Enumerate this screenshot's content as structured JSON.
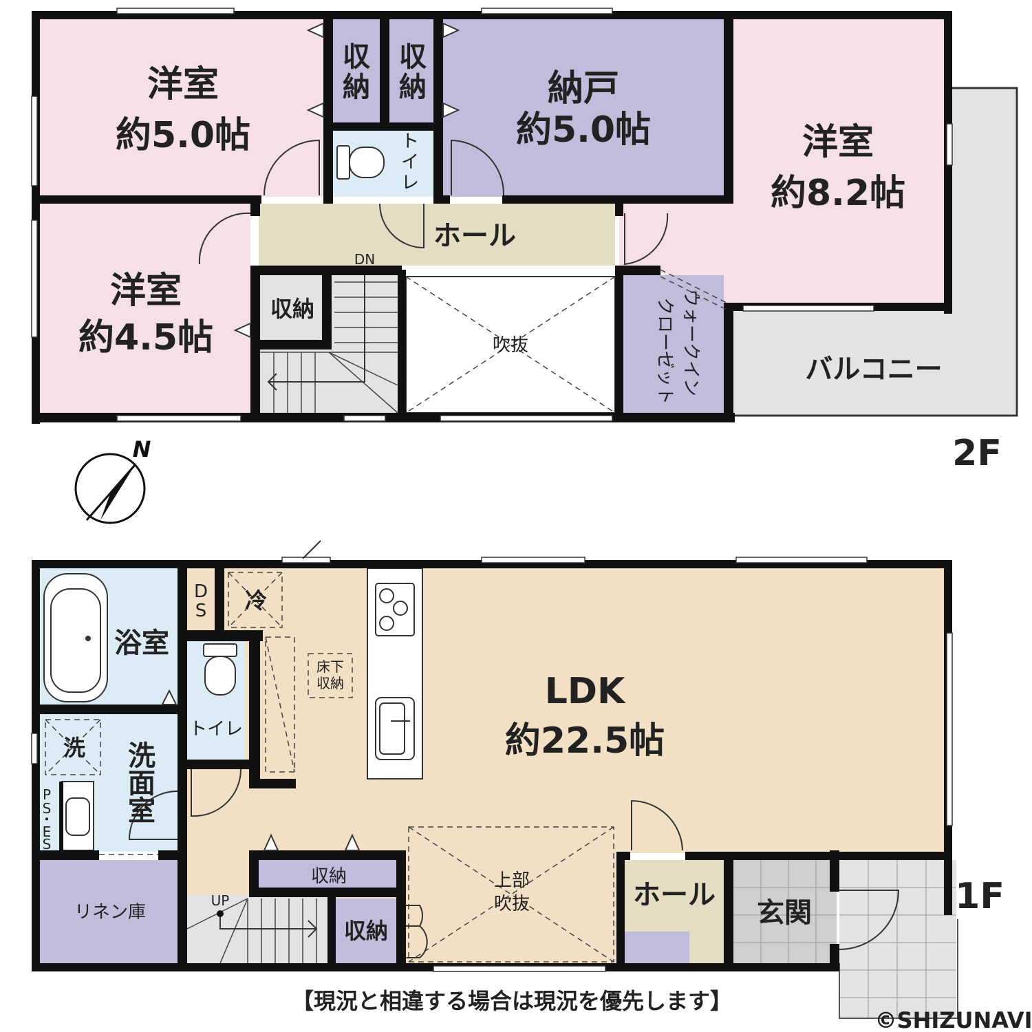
{
  "colors": {
    "bedroom": "#f5dfe9",
    "storage": "#bfbddb",
    "hall": "#e4dcc3",
    "ldk": "#f2e0c4",
    "wet": "#dcecf6",
    "balcony": "#e3e3e3",
    "stairs": "#e3e3e3",
    "entrance": "#cfcfcf",
    "wall": "#111111"
  },
  "floor2": {
    "label": "2F",
    "rooms": {
      "bedroom_nw": [
        "洋室",
        "約5.0帖"
      ],
      "closet_1": [
        "収",
        "納"
      ],
      "closet_2": [
        "収",
        "納"
      ],
      "storeroom": [
        "納戸",
        "約5.0帖"
      ],
      "toilet": [
        "ト",
        "イ",
        "レ"
      ],
      "bedroom_ne": [
        "洋室",
        "約8.2帖"
      ],
      "hall": "ホール",
      "bedroom_sw": [
        "洋室",
        "約4.5帖"
      ],
      "closet_3": "収納",
      "stairs_dn": "DN",
      "void": "吹抜",
      "walkin": [
        "ウォークイン",
        "クローゼット"
      ],
      "balcony": "バルコニー"
    }
  },
  "floor1": {
    "label": "1F",
    "rooms": {
      "bath": "浴室",
      "ds": [
        "D",
        "S"
      ],
      "fridge": "冷",
      "underfloor": [
        "床下",
        "収納"
      ],
      "ldk": [
        "LDK",
        "約22.5帖"
      ],
      "toilet": "トイレ",
      "washer": "洗",
      "washroom": [
        "洗",
        "面",
        "室"
      ],
      "ps_es": [
        "P",
        "S",
        "・",
        "E",
        "S"
      ],
      "linen": "リネン庫",
      "stairs_up": "UP",
      "closet_a": "収納",
      "closet_b": "収納",
      "void": [
        "上部",
        "吹抜"
      ],
      "hall": "ホール",
      "entrance": "玄関"
    }
  },
  "compass": "N",
  "footer_note": "【現況と相違する場合は現況を優先します】",
  "watermark": "©SHIZUNAVI"
}
